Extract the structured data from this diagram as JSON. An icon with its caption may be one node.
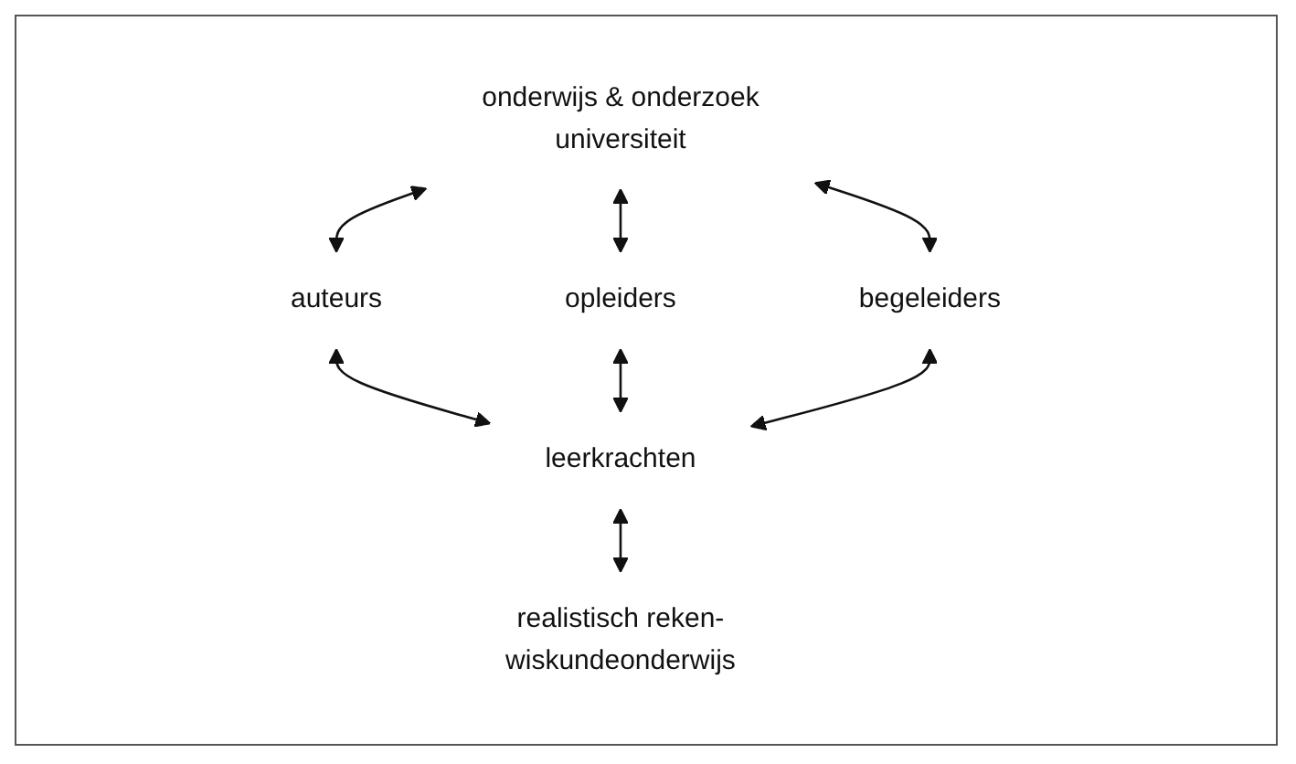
{
  "diagram": {
    "nodes": [
      {
        "text": [
          "onderwijs & onderzoek",
          "universiteit"
        ]
      },
      {
        "text": [
          "auteurs"
        ]
      },
      {
        "text": [
          "opleiders"
        ]
      },
      {
        "text": [
          "begeleiders"
        ]
      },
      {
        "text": [
          "leerkrachten"
        ]
      },
      {
        "text": [
          "realistisch reken-wiskundeonderwijs"
        ]
      }
    ],
    "edges": [
      {
        "from": 0,
        "to": 1,
        "arrow": "both"
      },
      {
        "from": 0,
        "to": 2,
        "arrow": "both"
      },
      {
        "from": 0,
        "to": 3,
        "arrow": "both"
      },
      {
        "from": 1,
        "to": 4,
        "arrow": "both"
      },
      {
        "from": 2,
        "to": 4,
        "arrow": "both"
      },
      {
        "from": 3,
        "to": 4,
        "arrow": "both"
      },
      {
        "from": 4,
        "to": 5,
        "arrow": "both"
      }
    ]
  }
}
